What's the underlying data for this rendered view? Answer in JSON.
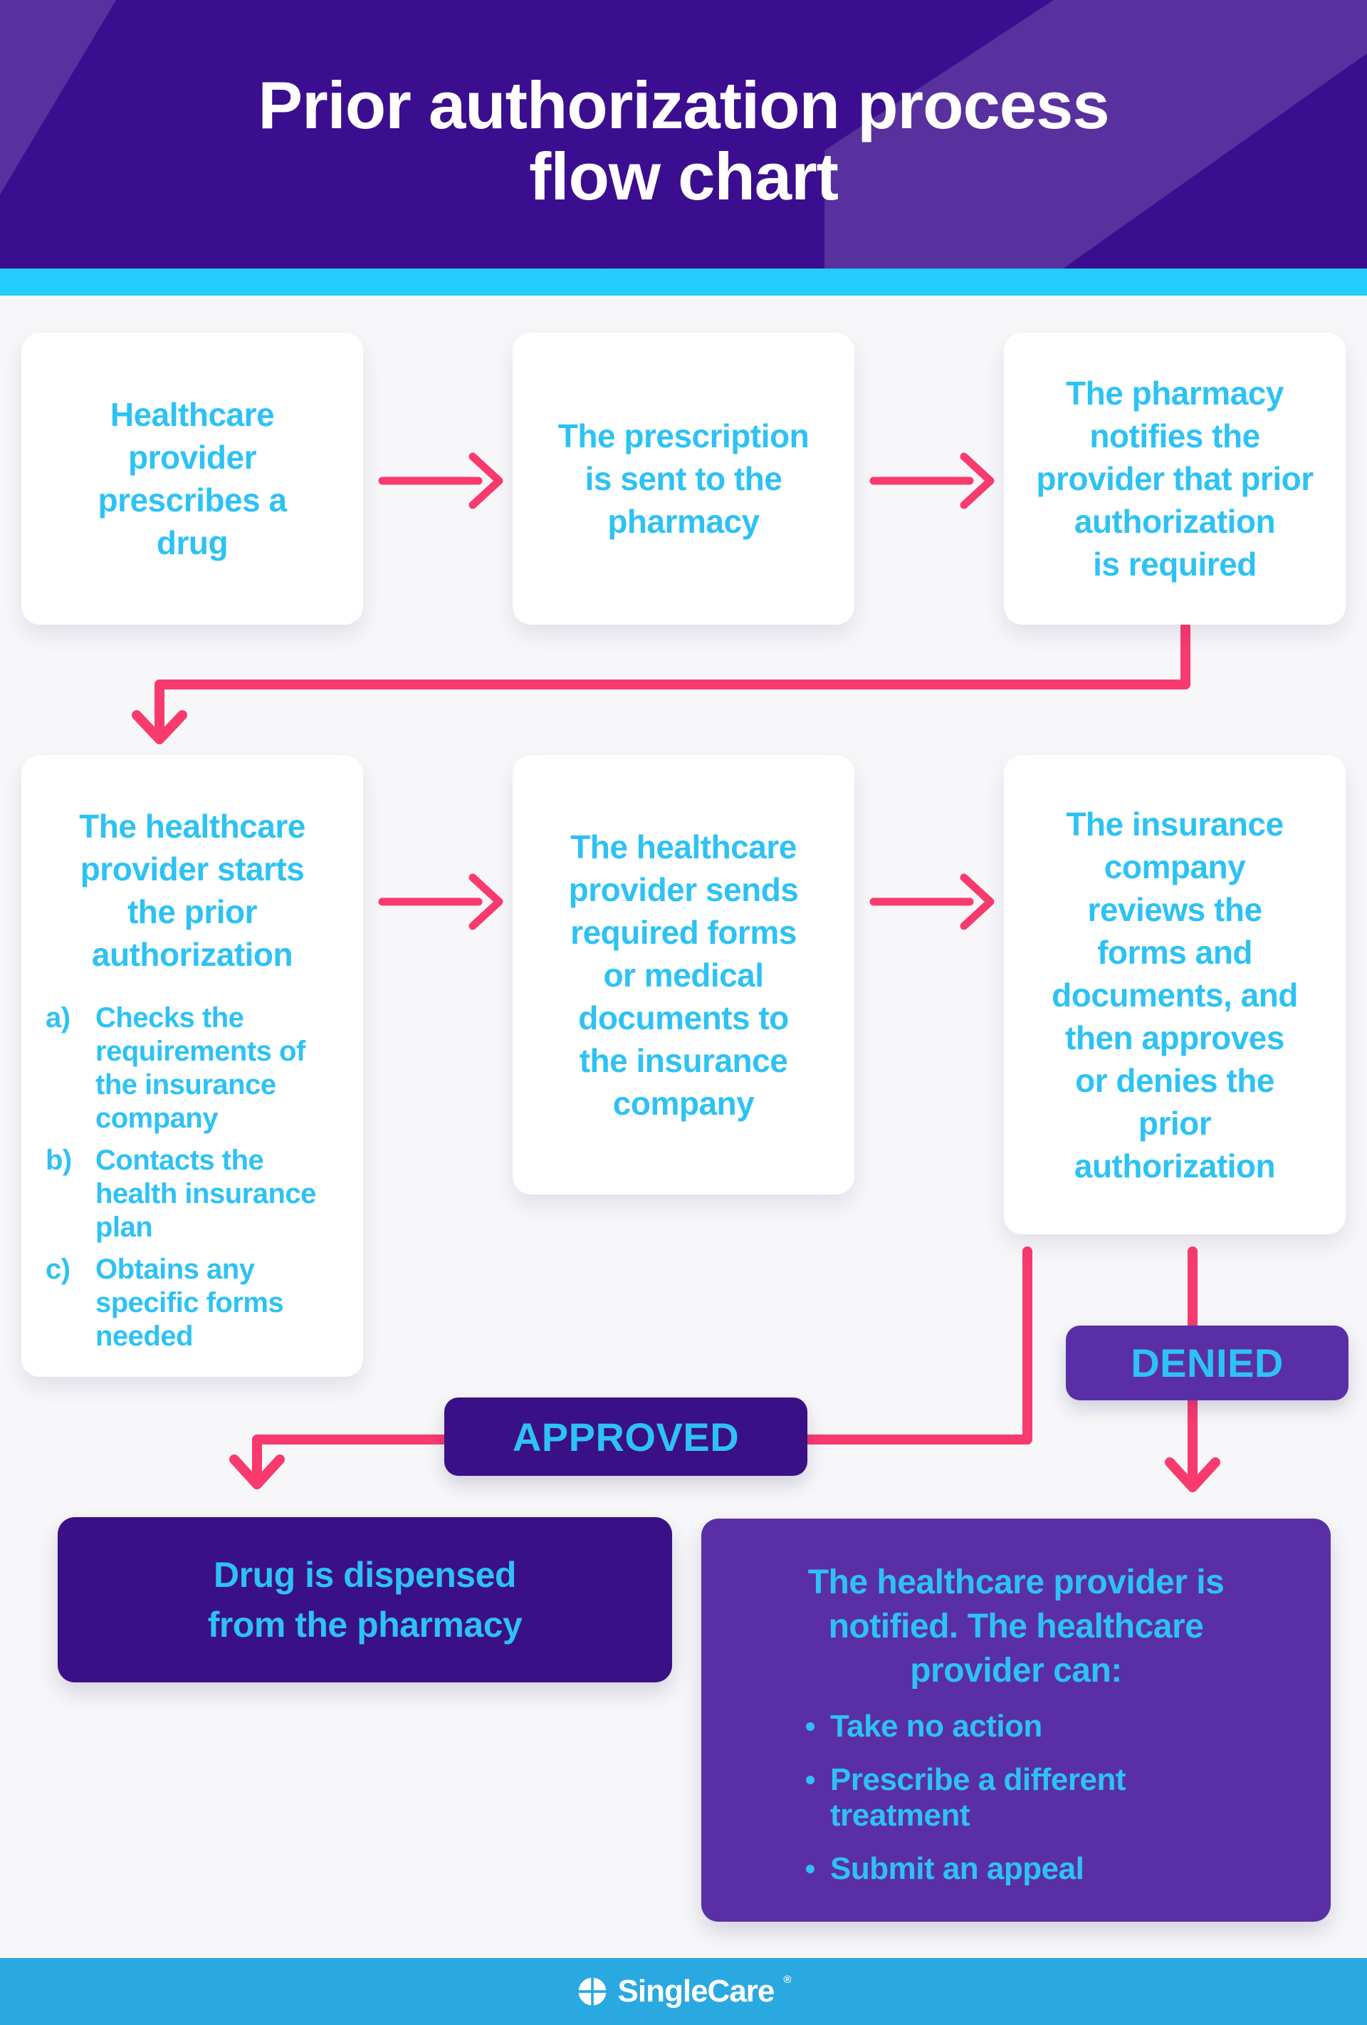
{
  "theme": {
    "header-purple": "#3B0E8F",
    "dark-purple": "#3A1087",
    "mid-purple": "#5A2FA6",
    "pink": "#F93A6E",
    "cyan-text": "#2EC2F3",
    "stripe-cyan": "#23CDFB",
    "footer-blue": "#2AA9E1",
    "page-bg": "#F7F7F9",
    "card-bg": "#FFFFFF"
  },
  "header": {
    "title": "Prior authorization process\nflow chart"
  },
  "row1": {
    "card1": "Healthcare\nprovider\nprescribes a\ndrug",
    "card2": "The prescription\nis sent to the\npharmacy",
    "card3": "The pharmacy\nnotifies the\nprovider that prior\nauthorization\nis required"
  },
  "row2": {
    "card1": {
      "heading": "The healthcare\nprovider starts\nthe prior\nauthorization",
      "items": [
        {
          "marker": "a)",
          "text": "Checks the requirements of the insurance company"
        },
        {
          "marker": "b)",
          "text": "Contacts the health insurance plan"
        },
        {
          "marker": "c)",
          "text": "Obtains any specific forms needed"
        }
      ]
    },
    "card2": "The healthcare\nprovider sends\nrequired forms\nor medical\ndocuments to\nthe insurance\ncompany",
    "card3": "The insurance\ncompany\nreviews the\nforms and\ndocuments, and\nthen approves\nor denies the\nprior\nauthorization"
  },
  "labels": {
    "approved": "APPROVED",
    "denied": "DENIED"
  },
  "outcomes": {
    "approved": "Drug is dispensed\nfrom the pharmacy",
    "denied": {
      "title": "The healthcare provider is\nnotified. The healthcare\nprovider can:",
      "bullets": [
        {
          "text": "Take no action"
        },
        {
          "text": "Prescribe a different treatment"
        },
        {
          "text": "Submit an appeal"
        }
      ]
    }
  },
  "footer": {
    "brand": "SingleCare",
    "registered": "®"
  }
}
